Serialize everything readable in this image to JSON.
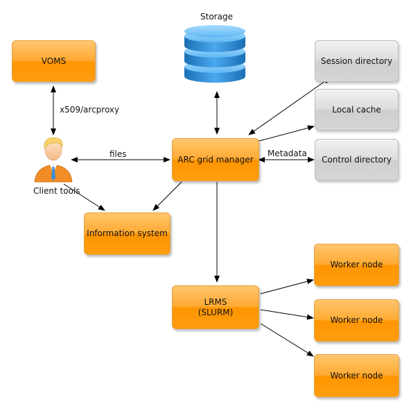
{
  "nodes": {
    "voms": "VOMS",
    "storage": "Storage",
    "session_directory": "Session directory",
    "local_cache": "Local cache",
    "control_directory": "Control directory",
    "client_tools": "Client tools",
    "arc_grid_manager": "ARC grid manager",
    "information_system": "Information system",
    "lrms_line1": "LRMS",
    "lrms_line2": "(SLURM)",
    "worker_node_1": "Worker node",
    "worker_node_2": "Worker node",
    "worker_node_3": "Worker node"
  },
  "edge_labels": {
    "x509": "x509/arcproxy",
    "files": "files",
    "metadata": "Metadata"
  },
  "colors": {
    "orange_box": "#ff9d10",
    "grey_box": "#d6d6d6",
    "database_blue": "#2f8fd6",
    "arrow": "#000000"
  }
}
